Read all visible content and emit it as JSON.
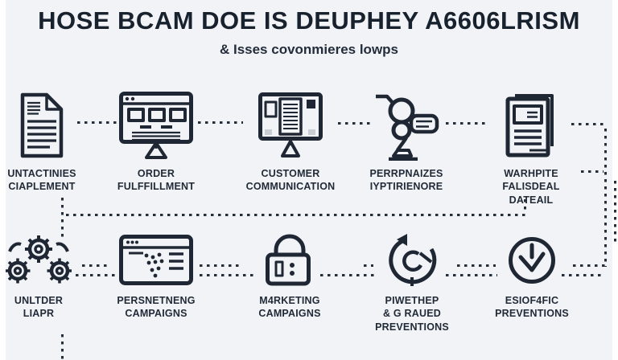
{
  "title": "HOSE BCAM DOE IS DEUPHEY A6606LRISM",
  "subtitle": "& Isses covonmieres lowps",
  "colors": {
    "ink": "#1e2733",
    "background": "#f2f3f6",
    "dots": "#252e3b"
  },
  "row1": [
    {
      "icon": "document-icon",
      "lines": [
        "UNTACTINIES",
        "CIAPLEMENT"
      ]
    },
    {
      "icon": "storefront-monitor-icon",
      "lines": [
        "ORDER",
        "FULFFILLMENT"
      ]
    },
    {
      "icon": "monitor-document-icon",
      "lines": [
        "CUSTOMER",
        "COMMUNICATION"
      ]
    },
    {
      "icon": "cart-person-icon",
      "lines": [
        "PERRPNAIZES",
        "IYPTIRIENORE"
      ]
    },
    {
      "icon": "report-icon",
      "lines": [
        "WARHPITE",
        "FALISDEAL",
        "DATEAIL"
      ]
    }
  ],
  "row2": [
    {
      "icon": "gears-icon",
      "lines": [
        "UNLTDER",
        "LIAPR"
      ]
    },
    {
      "icon": "browser-analytics-icon",
      "lines": [
        "PERSNETNENG",
        "CAMPAIGNS"
      ]
    },
    {
      "icon": "padlock-icon",
      "lines": [
        "M4RKETING",
        "CAMPAIGNS"
      ]
    },
    {
      "icon": "refresh-icon",
      "lines": [
        "PIWETHEP",
        "& G RAUED",
        "PREVENTIONS"
      ]
    },
    {
      "icon": "check-circle-icon",
      "lines": [
        "ESIOF4FIC",
        "PREVENTIONS"
      ]
    }
  ]
}
